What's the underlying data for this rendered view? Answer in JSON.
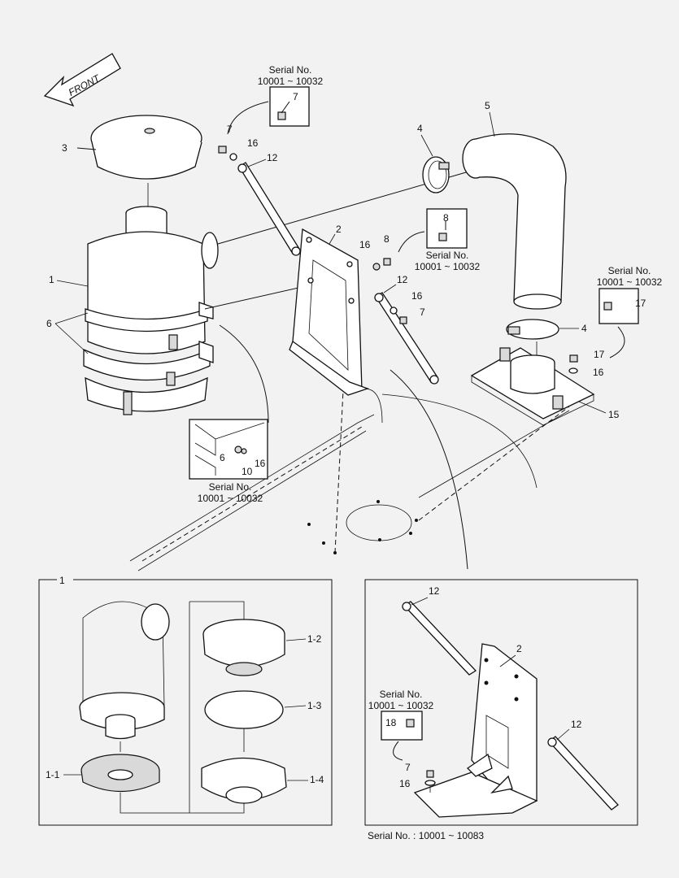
{
  "front_label": "FRONT",
  "serial_notes": {
    "top_left": [
      "Serial No.",
      "10001 ~ 10032"
    ],
    "mid_center": [
      "Serial No.",
      "10001 ~ 10032"
    ],
    "right": [
      "Serial No.",
      "10001 ~ 10032"
    ],
    "bottom_detail": [
      "Serial No.",
      "10001 ~ 10032"
    ],
    "inset_right": [
      "Serial No.",
      "10001 ~ 10032"
    ],
    "footer": "Serial No. : 10001 ~ 10083"
  },
  "callouts": {
    "c1": "1",
    "c2": "2",
    "c3": "3",
    "c4a": "4",
    "c4b": "4",
    "c5": "5",
    "c6": "6",
    "c7a": "7",
    "c7b": "7",
    "c7c": "7",
    "c8a": "8",
    "c8b": "8",
    "c12a": "12",
    "c12b": "12",
    "c15": "15",
    "c16a": "16",
    "c16b": "16",
    "c16c": "16",
    "c16d": "16",
    "c17a": "17",
    "c17b": "17",
    "d6": "6",
    "d10": "10",
    "d16": "16",
    "i1": "1",
    "i1_1": "1-1",
    "i1_2": "1-2",
    "i1_3": "1-3",
    "i1_4": "1-4",
    "r12a": "12",
    "r12b": "12",
    "r2": "2",
    "r7": "7",
    "r16": "16",
    "r18": "18"
  }
}
